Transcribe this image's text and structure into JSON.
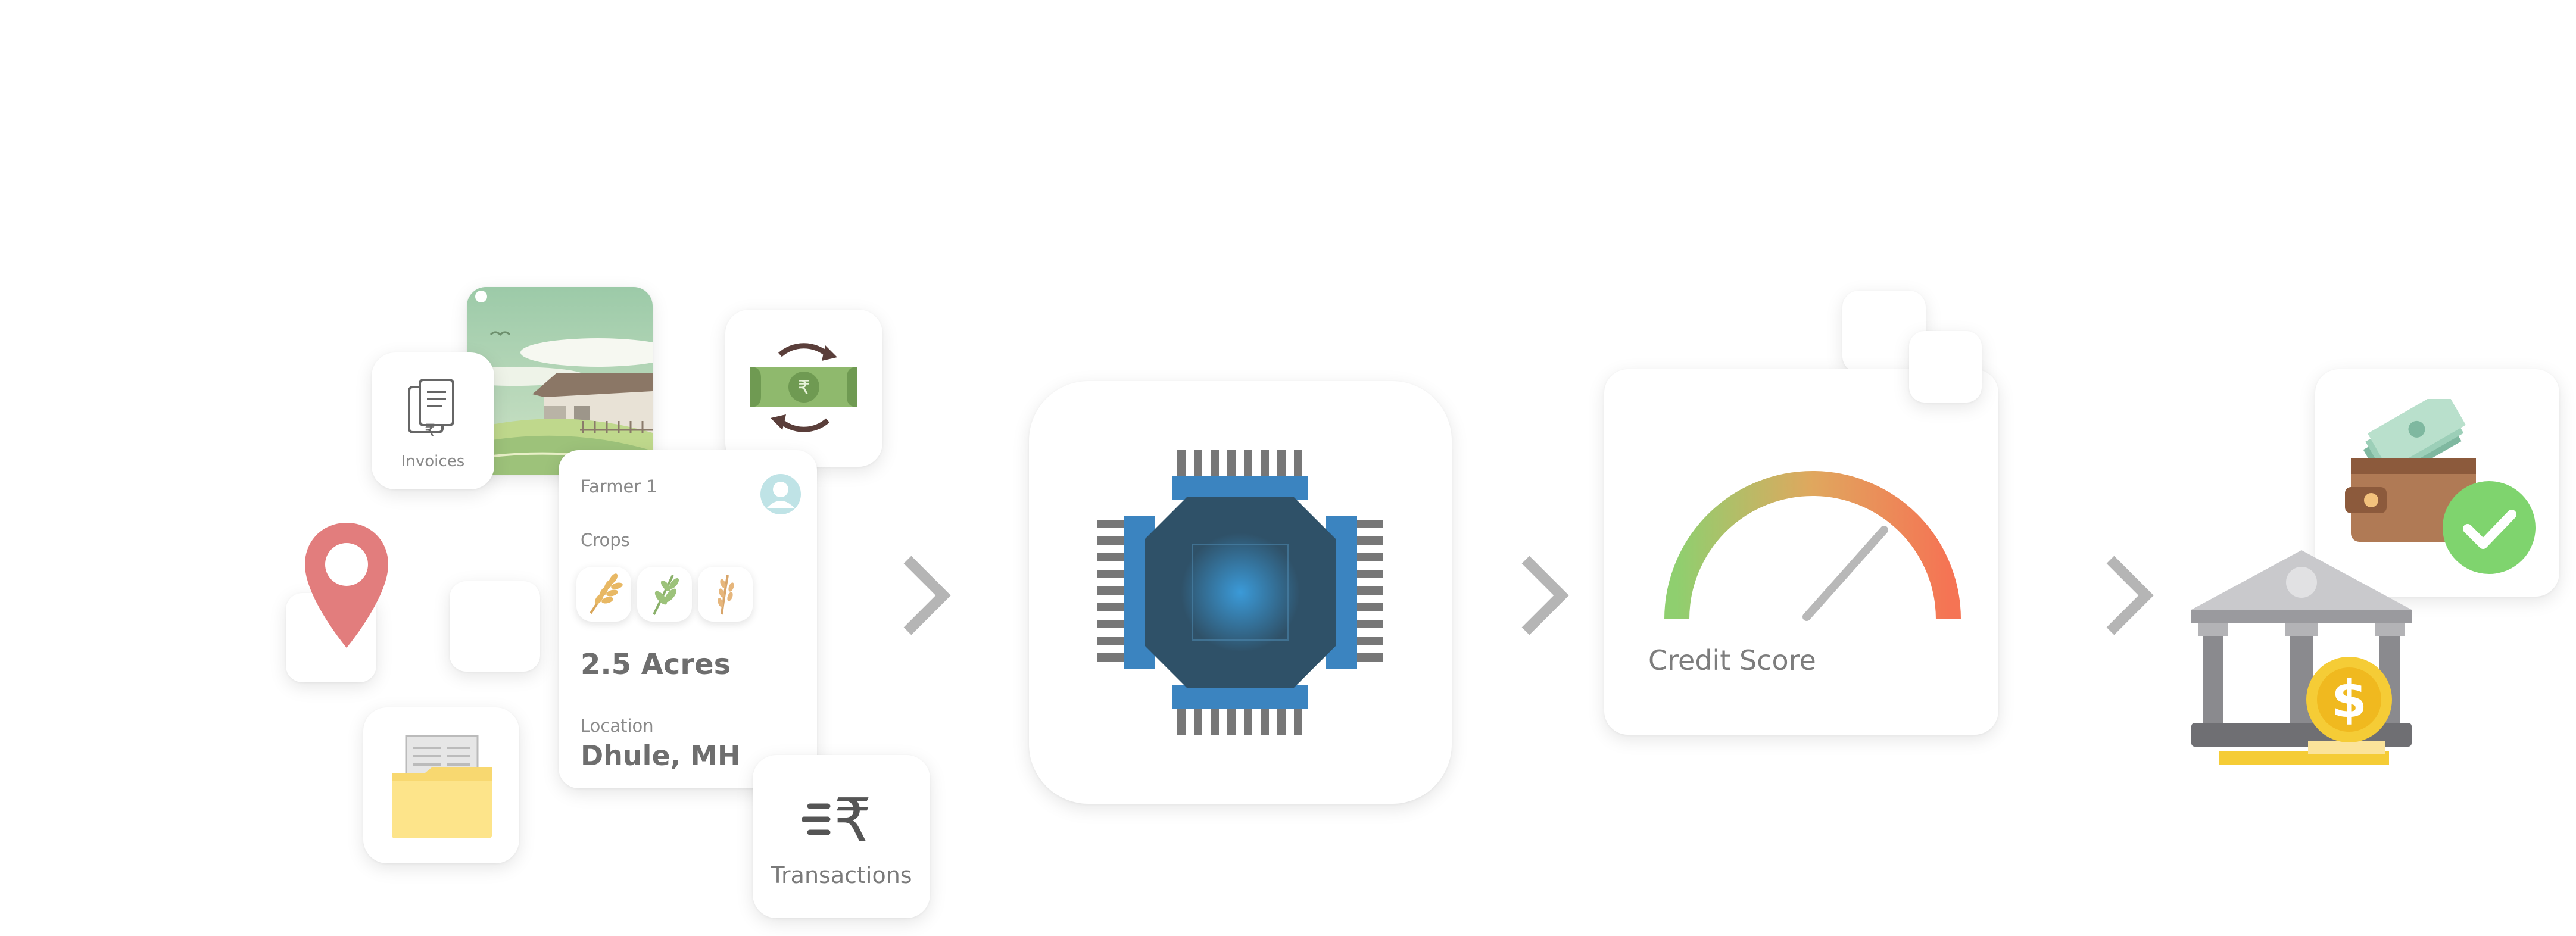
{
  "cards": {
    "invoices_label": "Invoices",
    "transactions_label": "Transactions",
    "credit_score_label": "Credit Score"
  },
  "farmer": {
    "name": "Farmer 1",
    "crops_label": "Crops",
    "area": "2.5 Acres",
    "location_label": "Location",
    "location_value": "Dhule, MH"
  },
  "symbols": {
    "rupee": "₹",
    "dollar": "$"
  },
  "icons": [
    "invoice-icon",
    "farm-image-icon",
    "currency-exchange-icon",
    "location-pin-icon",
    "folder-icon",
    "profile-icon",
    "wheat-icon",
    "millet-icon",
    "rice-icon",
    "transactions-icon",
    "chevron-right-icon",
    "processor-chip-icon",
    "gauge-icon",
    "wallet-icon",
    "check-icon",
    "bank-icon",
    "coin-icon"
  ],
  "colors": {
    "arrow": "#b5b5b5",
    "pin": "#e27d7d",
    "chip_dark": "#2f5168",
    "chip_blue": "#3b84c0",
    "gauge_start": "#8fcf6f",
    "gauge_mid": "#e0a75e",
    "gauge_end": "#f57454",
    "check": "#7fd46e",
    "coin": "#f5cc36",
    "bank": "#9a9a9e"
  }
}
